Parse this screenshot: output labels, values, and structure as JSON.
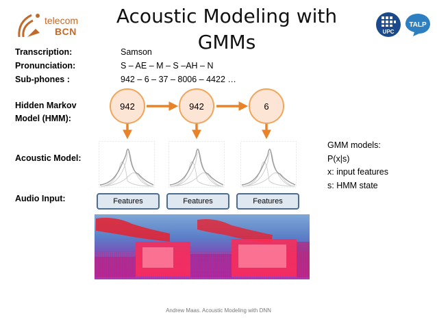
{
  "title": "Acoustic Modeling with GMMs",
  "logos": {
    "telecom_line1": "telecom",
    "telecom_line2": "BCN",
    "upc": "UPC",
    "talp": "TALP"
  },
  "rows": {
    "transcription_label": "Transcription:",
    "transcription_value": "Samson",
    "pronunciation_label": "Pronunciation:",
    "pronunciation_value": "S – AE – M – S –AH – N",
    "subphones_label": "Sub-phones :",
    "subphones_value": "942 – 6 – 37 – 8006 – 4422 …",
    "hmm_label_line1": "Hidden Markov",
    "hmm_label_line2": "Model (HMM):",
    "acoustic_label": "Acoustic Model:",
    "audio_label": "Audio Input:"
  },
  "hmm_states": [
    "942",
    "942",
    "6"
  ],
  "features_labels": [
    "Features",
    "Features",
    "Features"
  ],
  "gmm_notes": [
    "GMM models:",
    "P(x|s)",
    "x: input features",
    "s: HMM state"
  ],
  "footer": "Andrew Maas. Acoustic Modeling with DNN",
  "colors": {
    "arrow": "#e8832a",
    "state_fill": "#fde5d5",
    "state_border": "#f0a55a",
    "features_border": "#4b6c8f",
    "features_fill": "#dfe7f1",
    "logo_orange": "#c26a2a",
    "upc_blue": "#1a4a8c",
    "talp_blue": "#2e7fc2"
  }
}
